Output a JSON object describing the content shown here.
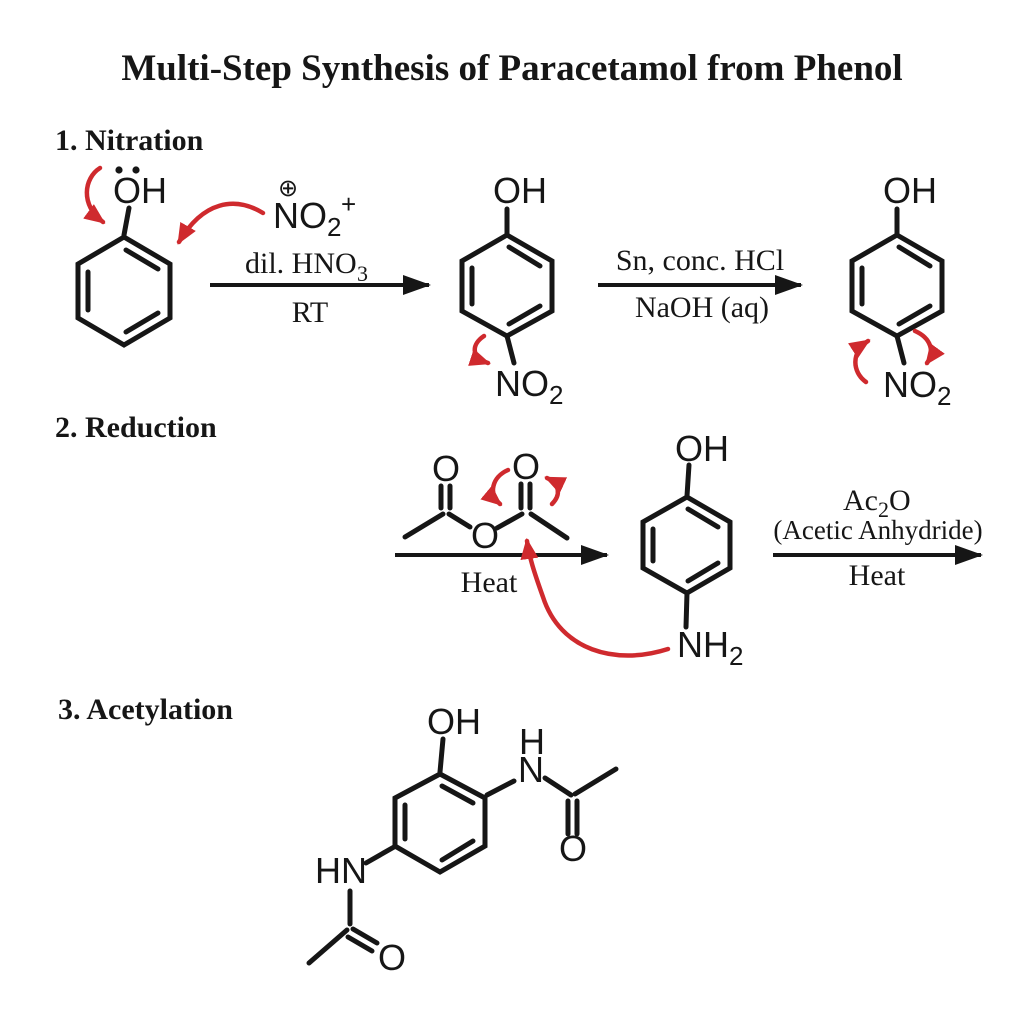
{
  "colors": {
    "ink": "#161616",
    "red": "#cf2a2e",
    "background": "#ffffff"
  },
  "title": "Multi-Step Synthesis of Paracetamol from Phenol",
  "step1": {
    "heading": "1. Nitration",
    "phenol": {
      "oh": "OH"
    },
    "nitronium": {
      "circled_plus": "⊕",
      "base": "NO",
      "sub": "2",
      "sup": "+"
    },
    "arrow1": {
      "above_base": "dil. HNO",
      "above_sub": "3",
      "below": "RT"
    },
    "nitrophenol": {
      "oh": "OH",
      "no2_base": "NO",
      "no2_sub": "2"
    },
    "arrow2": {
      "above": "Sn, conc. HCl",
      "below": "NaOH (aq)"
    },
    "product": {
      "oh": "OH",
      "no2_base": "NO",
      "no2_sub": "2"
    }
  },
  "step2": {
    "heading": "2. Reduction",
    "anhydride": {
      "o_left": "O",
      "o_right": "O",
      "o_bridge": "O"
    },
    "arrow1": {
      "below": "Heat"
    },
    "aminophenol": {
      "oh": "OH",
      "nh2_base": "NH",
      "nh2_sub": "2"
    },
    "arrow2": {
      "above_base": "Ac",
      "above_sub": "2",
      "above_end": "O",
      "above_note": "(Acetic Anhydride)",
      "below": "Heat"
    }
  },
  "step3": {
    "heading": "3. Acetylation",
    "product": {
      "oh": "OH",
      "amide_h": "H",
      "amide_n": "N",
      "amide_o": "O",
      "amide_hn": "HN",
      "amide_left_o": "O"
    }
  }
}
